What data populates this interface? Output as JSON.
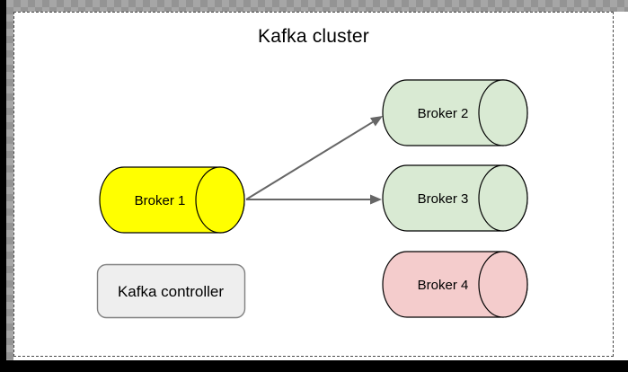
{
  "title": "Kafka cluster",
  "nodes": {
    "broker1": {
      "label": "Broker 1",
      "color": "#ffff00"
    },
    "broker2": {
      "label": "Broker 2",
      "color": "#d9ead3"
    },
    "broker3": {
      "label": "Broker 3",
      "color": "#d9ead3"
    },
    "broker4": {
      "label": "Broker 4",
      "color": "#f4cccc"
    },
    "controller": {
      "label": "Kafka controller",
      "color": "#eeeeee",
      "border_color": "#808080"
    }
  },
  "edges": {
    "color": "#666666",
    "connections": [
      {
        "from": "Broker 1",
        "to": "Broker 2"
      },
      {
        "from": "Broker 1",
        "to": "Broker 3"
      }
    ]
  }
}
